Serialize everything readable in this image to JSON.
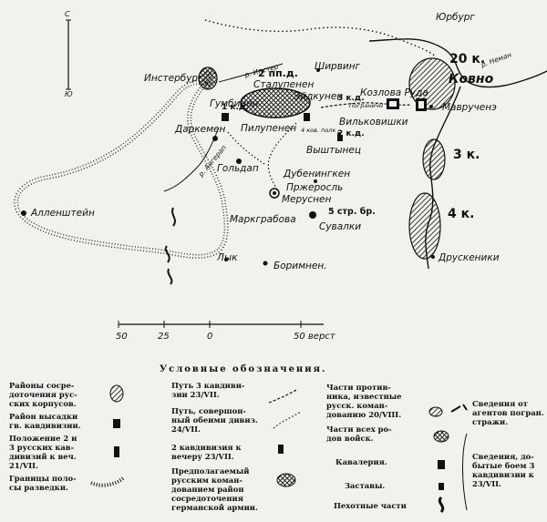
{
  "map": {
    "compass": {
      "north": "С",
      "south": "Ю"
    },
    "rivers": {
      "memel_label": "р. Неман",
      "insterb_label": "р. Инстер",
      "angerapp_label": "р. Ангерап"
    },
    "places": {
      "yurburg": "Юрбург",
      "insterburg": "Инстербург",
      "shirving": "Ширвинг",
      "stalluponen": "Сталупенен",
      "eidkunen": "Эйдкунен",
      "kozlova_ruda": "Козлова Руда",
      "kovno": "Ковно",
      "gumbinen": "Гумбинен",
      "vilkovishki": "Вильковишки",
      "darkemen": "Даркемен",
      "pillupenen": "Пилупенен",
      "vyshtynets": "Выштынец",
      "goldap": "Гольдап",
      "dubeningken": "Дубенингкен",
      "przherosl": "Пржеросль",
      "meruenen": "Меруснен",
      "allenshtein": "Алленштейн",
      "mark_grabova": "Маркграбова",
      "suvalki": "Сувалки",
      "lyk": "Лык",
      "boriminen": "Боримнен.",
      "druskeniki": "Друскеники",
      "mavruche": "Маврученэ"
    },
    "units": {
      "k20": "20 к.",
      "k3": "3 к.",
      "k4": "4 к.",
      "pd2": "2 пп.д.",
      "kd1": "1 к.д.",
      "kd3": "3 к.д.",
      "kd2": "2 к.д.",
      "kov4": "4 ков. полк",
      "str5": "5 стр. бр.",
      "pogran": "Пограничн"
    }
  },
  "scale": {
    "ticks": [
      "50",
      "25",
      "0",
      "50 верст"
    ]
  },
  "legend": {
    "title": "Условные обозначения.",
    "items": [
      "Районы сосре-\nдоточения рус-\nских корпусов.",
      "Район высадки\nгв. кавдивизии.",
      "Положение 2 и\n3 русских кав-\nдивизий к веч.\n21/VII.",
      "Границы поло-\nсы разведки.",
      "Путь 3 кавдиви-\nзии 23/VII.",
      "Путь, совершон-\nный обеими дивиз.\n24/VII.",
      "2 кавдивизия к\nвечеру 23/VII.",
      "Предполагаемый\nрусским коман-\nдованием район\nсосредоточения\nгерманской армии.",
      "Части против-\nника, известные\nрусск. коман-\nдованию 20/VIII.",
      "Части всех ро-\nдов войск.",
      "Кавалерия.",
      "Заставы.",
      "Пехотные части",
      "Сведения от\nагентов погран.\nстражи.",
      "Сведения, до-\nбытые боем 3\nкавдивизии к\n23/VII."
    ]
  }
}
